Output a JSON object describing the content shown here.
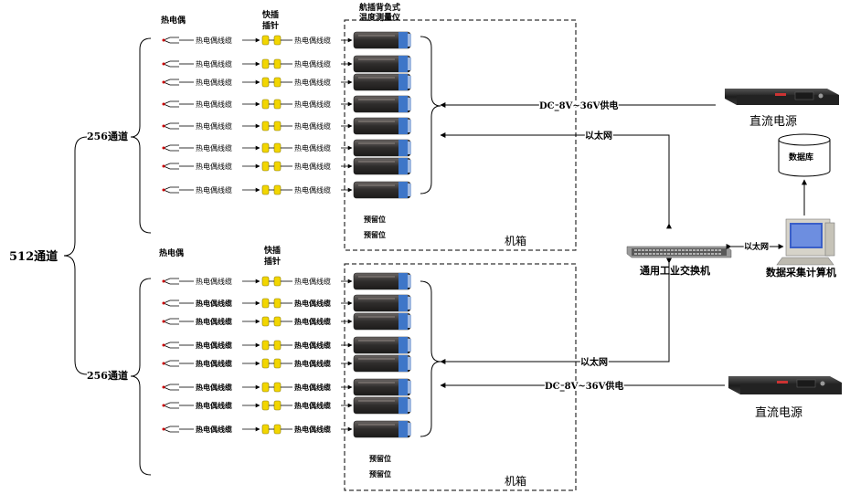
{
  "total": "512通道",
  "units": [
    {
      "channels": "256通道",
      "thermocouple_label": "热电偶",
      "plug_label": [
        "快插",
        "插针"
      ],
      "instrument_label": [
        "航插背负式",
        "温度测量仪"
      ],
      "cable_label": "热电偶线缆",
      "reserve_labels": [
        "预留位",
        "预留位"
      ],
      "cabinet_label": "机箱",
      "ethernet_label": "以太网",
      "power_label": "DC_8V~36V供电",
      "power_supply_label": "直流电源"
    },
    {
      "channels": "256通道",
      "thermocouple_label": "热电偶",
      "plug_label": [
        "快插",
        "插针"
      ],
      "instrument_label": [
        "",
        ""
      ],
      "cable_label": "热电偶线缆",
      "reserve_labels": [
        "预留位",
        "预留位"
      ],
      "cabinet_label": "机箱",
      "ethernet_label": "以太网",
      "power_label": "DC_8V~36V供电",
      "power_supply_label": "直流电源"
    }
  ],
  "switch_label": "通用工业交换机",
  "pc_label": "数据采集计算机",
  "pc_link_label": "以太网",
  "database_label": "数据库",
  "colors": {
    "plug": "#f2d600",
    "instrument_dark": "#2f2d2c",
    "instrument_accent": "#3e76c8"
  }
}
